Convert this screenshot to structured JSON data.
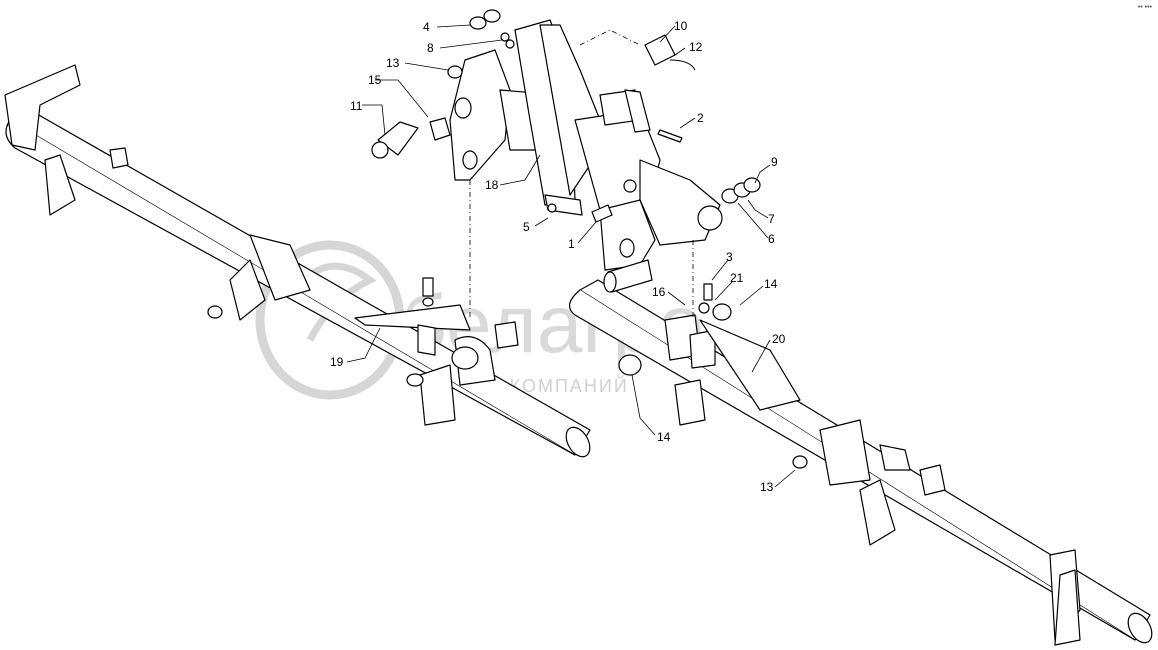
{
  "corner_mark": "•• •••",
  "watermark": {
    "brand": "белагро",
    "subtitle": "ГРУППА КОМПАНИЙ"
  },
  "callouts": [
    "4",
    "8",
    "10",
    "12",
    "13",
    "15",
    "11",
    "2",
    "18",
    "9",
    "5",
    "7",
    "1",
    "6",
    "3",
    "21",
    "16",
    "14",
    "20",
    "19",
    "14",
    "13"
  ]
}
